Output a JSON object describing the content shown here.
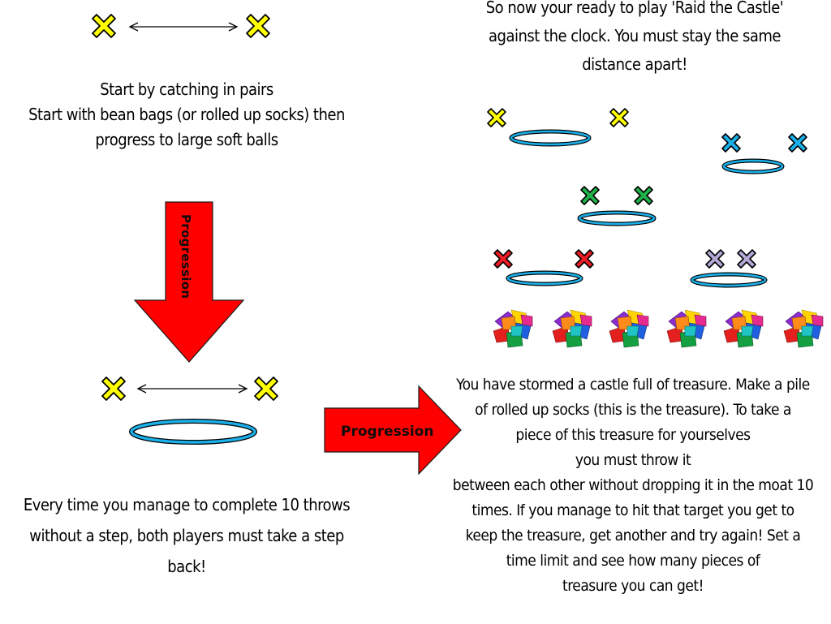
{
  "intro": {
    "lines": [
      "Start by catching in pairs",
      "Start with bean bags (or rolled up socks) then",
      "progress to large soft balls"
    ]
  },
  "raid": {
    "lines": [
      "So now your ready to play 'Raid the Castle'",
      "against the clock. You must stay the same",
      "distance apart!"
    ]
  },
  "step_rule": {
    "lines": [
      "Every time you manage to complete 10 throws",
      "without a step, both players must take a step",
      "back!"
    ]
  },
  "castle": {
    "lines": [
      "You have stormed a castle full of treasure. Make a pile",
      "of rolled up socks (this is the treasure). To  take a",
      "piece of this treasure for yourselves",
      "you must throw it",
      "between each other without dropping it in the moat 10",
      "times. If you manage to hit that target you get to",
      "keep the treasure, get another and try again! Set a",
      "time limit and see how many pieces of",
      "treasure you can get!"
    ]
  },
  "arrows": {
    "down_label": "Progression",
    "right_label": "Progression",
    "fill": "#ff0000"
  },
  "colors": {
    "yellow_marker": "#ffff00",
    "blue_marker": "#1ab0ea",
    "green_marker": "#1fb24a",
    "red_marker": "#ee1c24",
    "purple_marker": "#b4a7d6",
    "hoop": "#1ab0ea"
  },
  "icons": {
    "marker": "cross-marker-icon",
    "hoop": "hoop-icon",
    "double_arrow": "double-arrow-icon",
    "beanbags": "beanbag-pile-icon"
  }
}
